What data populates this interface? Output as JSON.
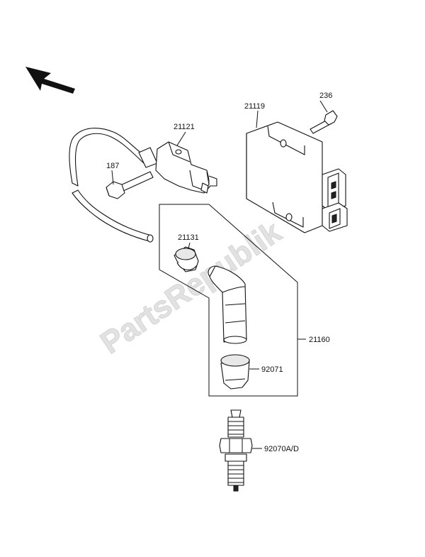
{
  "watermark": "PartsRepublik",
  "labels": {
    "coil": "21121",
    "igniter": "21119",
    "bolt_igniter": "236",
    "bolt_coil": "187",
    "seal": "21131",
    "cap_assy": "21160",
    "cap_end": "92071",
    "spark_plug": "92070A/D"
  },
  "colors": {
    "line": "#111111",
    "watermark": "#e2e2e2",
    "background": "#ffffff"
  }
}
